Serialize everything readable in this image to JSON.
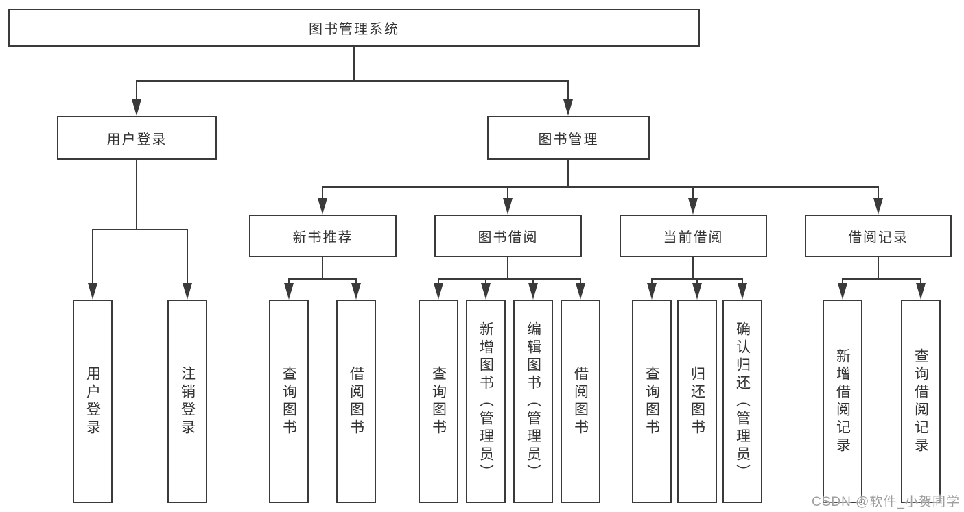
{
  "diagram": {
    "type": "hierarchy-tree",
    "title": "图书管理系统",
    "colors": {
      "background": "#ffffff",
      "line": "#3a3a3a",
      "box_border": "#3a3a3a",
      "text": "#333333",
      "watermark": "#9e9e9e"
    },
    "nodes": {
      "root": {
        "label": "图书管理系统",
        "level": 1
      },
      "login": {
        "label": "用户登录",
        "level": 2
      },
      "bookmgmt": {
        "label": "图书管理",
        "level": 2
      },
      "newbook": {
        "label": "新书推荐",
        "level": 3
      },
      "borrow": {
        "label": "图书借阅",
        "level": 3
      },
      "current": {
        "label": "当前借阅",
        "level": 3
      },
      "records": {
        "label": "借阅记录",
        "level": 3
      },
      "login_user": {
        "label": "用户登录",
        "level": 4
      },
      "login_logout": {
        "label": "注销登录",
        "level": 4
      },
      "nb_query": {
        "label": "查询图书",
        "level": 4
      },
      "nb_borrow": {
        "label": "借阅图书",
        "level": 4
      },
      "bw_query": {
        "label": "查询图书",
        "level": 4
      },
      "bw_add": {
        "label": "新增图书（管理员）",
        "level": 4
      },
      "bw_edit": {
        "label": "编辑图书（管理员）",
        "level": 4
      },
      "bw_borrow": {
        "label": "借阅图书",
        "level": 4
      },
      "cur_query": {
        "label": "查询图书",
        "level": 4
      },
      "cur_return": {
        "label": "归还图书",
        "level": 4
      },
      "cur_confirm": {
        "label": "确认归还（管理员）",
        "level": 4
      },
      "rec_add": {
        "label": "新增借阅记录",
        "level": 4
      },
      "rec_query": {
        "label": "查询借阅记录",
        "level": 4
      }
    },
    "edges": [
      [
        "root",
        "login"
      ],
      [
        "root",
        "bookmgmt"
      ],
      [
        "login",
        "login_user"
      ],
      [
        "login",
        "login_logout"
      ],
      [
        "bookmgmt",
        "newbook"
      ],
      [
        "bookmgmt",
        "borrow"
      ],
      [
        "bookmgmt",
        "current"
      ],
      [
        "bookmgmt",
        "records"
      ],
      [
        "newbook",
        "nb_query"
      ],
      [
        "newbook",
        "nb_borrow"
      ],
      [
        "borrow",
        "bw_query"
      ],
      [
        "borrow",
        "bw_add"
      ],
      [
        "borrow",
        "bw_edit"
      ],
      [
        "borrow",
        "bw_borrow"
      ],
      [
        "current",
        "cur_query"
      ],
      [
        "current",
        "cur_return"
      ],
      [
        "current",
        "cur_confirm"
      ],
      [
        "records",
        "rec_add"
      ],
      [
        "records",
        "rec_query"
      ]
    ],
    "watermark": {
      "text": "CSDN @软件_小贺同学"
    }
  }
}
